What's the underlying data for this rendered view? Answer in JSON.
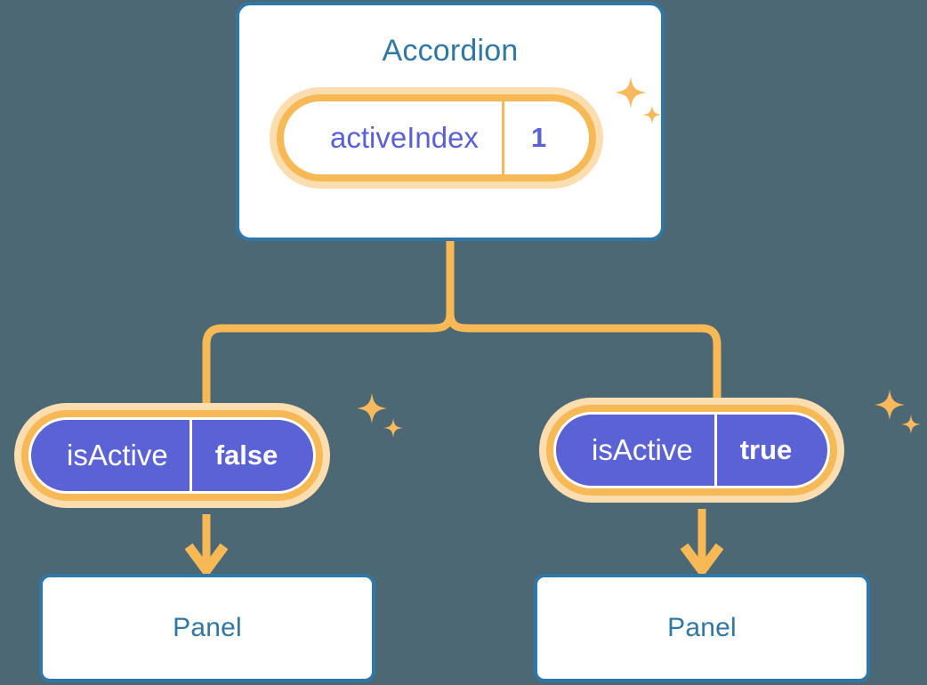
{
  "theme": {
    "background": "#4c6874",
    "card_border": "#2e77a6",
    "card_fill": "#ffffff",
    "title_color": "#2e77a6",
    "accent_orange": "#f7b955",
    "accent_orange_glow": "#fbddb0",
    "state_purple": "#5b62d6",
    "state_text_purple": "#5a61d8",
    "connector_color": "#f7b955"
  },
  "tree": {
    "root": {
      "title": "Accordion",
      "state": {
        "key": "activeIndex",
        "value": "1",
        "style": "white-pill",
        "sparkle": "sparkle-icon"
      }
    },
    "children": [
      {
        "state": {
          "key": "isActive",
          "value": "false",
          "style": "purple-pill",
          "sparkle": "sparkle-icon"
        },
        "arrow": "arrow-down-icon",
        "card": {
          "title": "Panel"
        }
      },
      {
        "state": {
          "key": "isActive",
          "value": "true",
          "style": "purple-pill",
          "sparkle": "sparkle-icon"
        },
        "arrow": "arrow-down-icon",
        "card": {
          "title": "Panel"
        }
      }
    ]
  }
}
